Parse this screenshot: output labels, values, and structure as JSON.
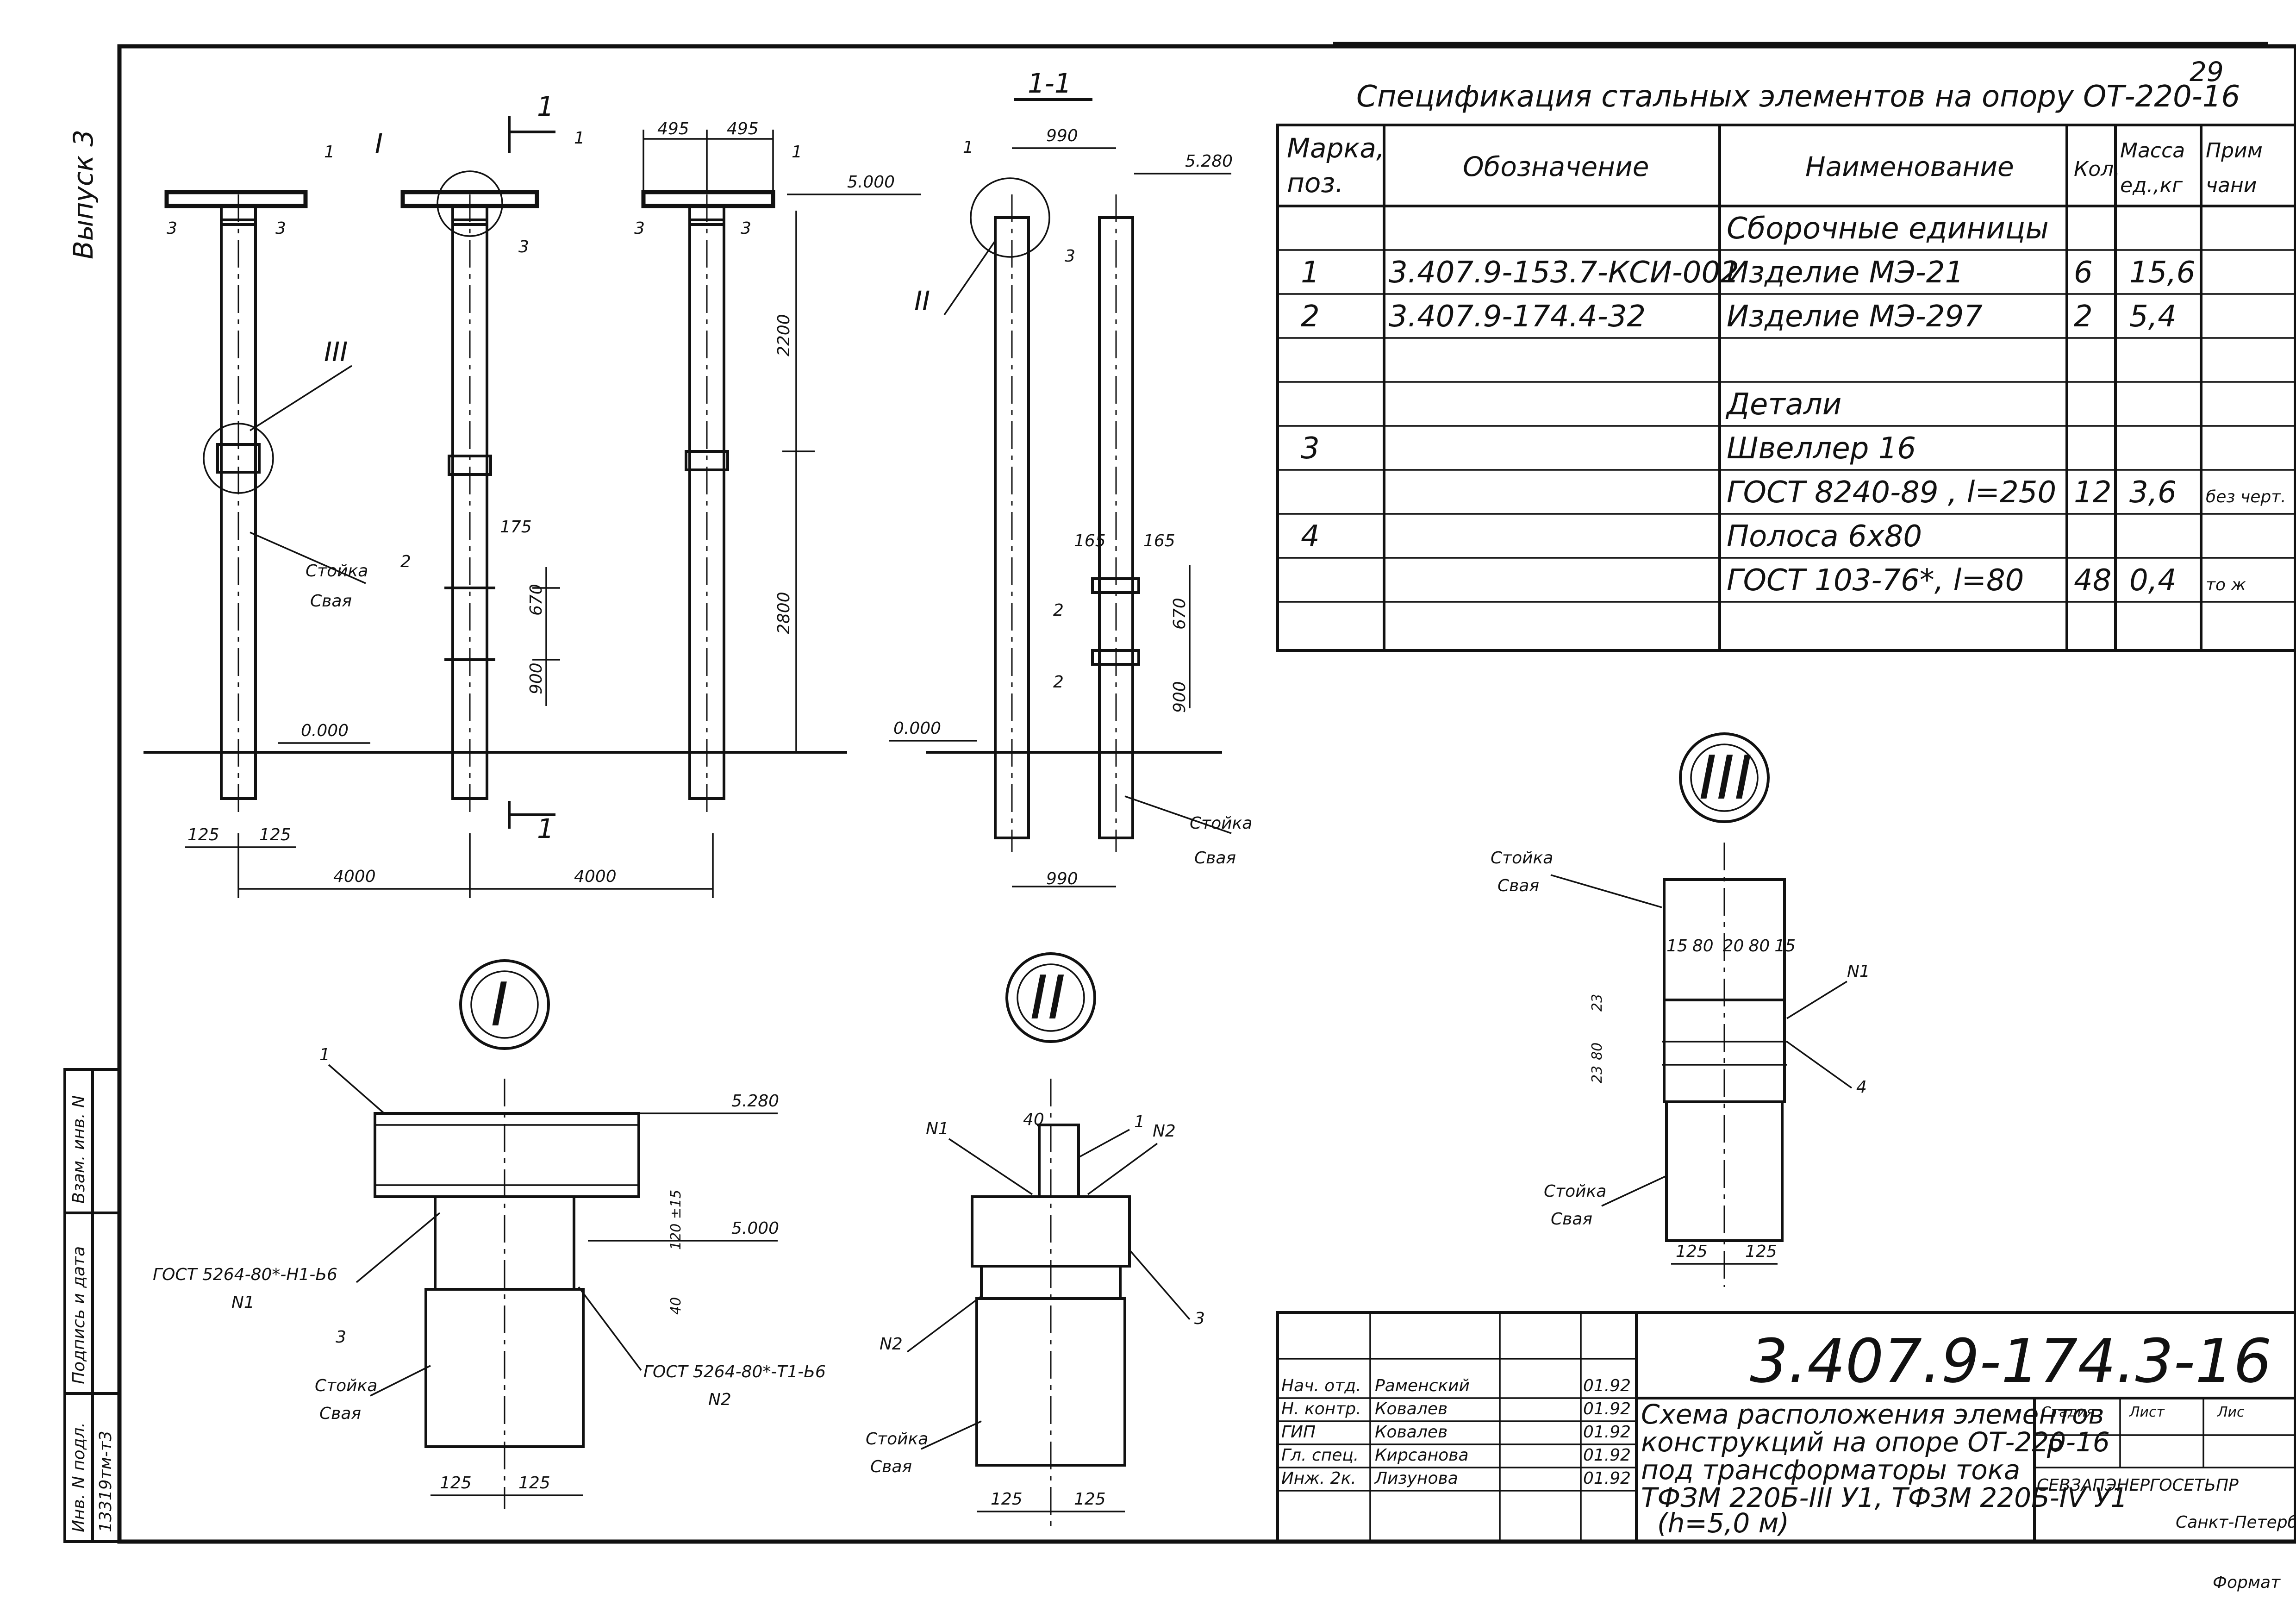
{
  "page_number": "29",
  "side_label": "Выпуск 3",
  "stamp": {
    "fields": [
      "Взам. инв. N",
      "Подпись и дата",
      "Инв. N подл."
    ],
    "inv_value": "13319тм-т3"
  },
  "spec": {
    "title": "Спецификация стальных элементов на опору ОТ-220-16",
    "headers": [
      "Марка, поз.",
      "Обозначение",
      "Наименование",
      "Кол.",
      "Масса ед.,кг",
      "Приме-чание"
    ],
    "header_lines": [
      [
        "Марка,",
        "поз."
      ],
      [
        "Обозначение"
      ],
      [
        "Наименование"
      ],
      [
        "Кол."
      ],
      [
        "Масса",
        "ед.,кг"
      ],
      [
        "Прим",
        "чани"
      ]
    ],
    "rows": [
      [
        "",
        "",
        "Сборочные единицы",
        "",
        "",
        ""
      ],
      [
        "1",
        "3.407.9-153.7-КСИ-002",
        "Изделие МЭ-21",
        "6",
        "15,6",
        ""
      ],
      [
        "2",
        "3.407.9-174.4-32",
        "Изделие МЭ-297",
        "2",
        "5,4",
        ""
      ],
      [
        "",
        "",
        "",
        "",
        "",
        ""
      ],
      [
        "",
        "",
        "Детали",
        "",
        "",
        ""
      ],
      [
        "3",
        "",
        "Швеллер 16",
        "",
        "",
        ""
      ],
      [
        "",
        "",
        "ГОСТ 8240-89 , l=250",
        "12",
        "3,6",
        "без черт."
      ],
      [
        "4",
        "",
        "Полоса 6х80",
        "",
        "",
        ""
      ],
      [
        "",
        "",
        "ГОСТ 103-76*, l=80",
        "48",
        "0,4",
        "то ж"
      ],
      [
        "",
        "",
        "",
        "",
        "",
        ""
      ]
    ]
  },
  "drawing": {
    "section_label": "1-1",
    "roman": [
      "I",
      "II",
      "III"
    ],
    "marks": [
      "1",
      "2",
      "3",
      "4"
    ],
    "elevations": [
      "5.000",
      "5.280",
      "0.000"
    ],
    "dims_main": [
      "495",
      "495",
      "990",
      "2200",
      "2800",
      "175",
      "670",
      "900",
      "165",
      "165",
      "125",
      "125",
      "4000",
      "4000",
      "990"
    ],
    "stoyka": "Стойка",
    "svaya": "Свая",
    "weld_n1": "N1",
    "weld_n2": "N2",
    "gost_h1": "ГОСТ 5264-80*-Н1-Ь6",
    "gost_t1": "ГОСТ 5264-80*-Т1-Ь6",
    "detail_dims": [
      "15",
      "80",
      "20",
      "80",
      "15",
      "23",
      "80",
      "23",
      "40",
      "120 ±15",
      "40"
    ]
  },
  "title_block": {
    "code": "3.407.9-174.3-16",
    "roles": [
      "Нач. отд.",
      "Н. контр.",
      "ГИП",
      "Гл. спец.",
      "Инж. 2к."
    ],
    "names": [
      "Раменский",
      "Ковалев",
      "Ковалев",
      "Кирсанова",
      "Лизунова"
    ],
    "dates": [
      "01.92",
      "01.92",
      "01.92",
      "01.92",
      "01.92"
    ],
    "description": [
      "Схема расположения элементов",
      "конструкций на опоре ОТ-220-16",
      "под трансформаторы тока",
      "ТФЗМ 220Б-III У1, ТФЗМ 220Б-IV У1",
      "(h=5,0 м)"
    ],
    "stage_label": "Стадия",
    "sheet_label": "Лист",
    "sheets_label": "Лис",
    "stage": "Р",
    "org": "СЕВЗАПЭНЕРГОСЕТЬПР",
    "city": "Санкт-Петербург"
  },
  "format": "Формат"
}
